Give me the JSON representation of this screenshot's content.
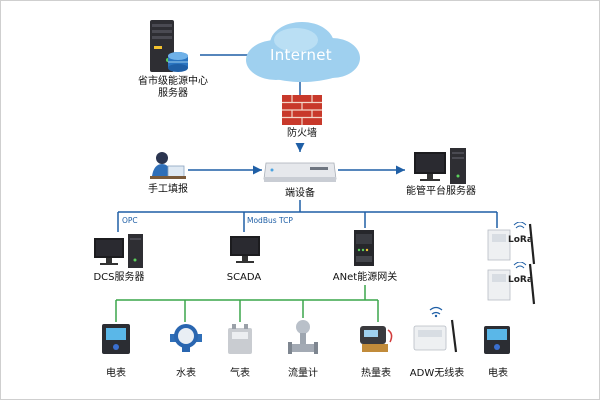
{
  "internet": {
    "label": "Internet"
  },
  "provincial_server": {
    "label_line1": "省市级能源中心",
    "label_line2": "服务器"
  },
  "firewall": {
    "label": "防火墙"
  },
  "manual_entry": {
    "label": "手工填报"
  },
  "edge_device": {
    "label": "端设备"
  },
  "platform_server": {
    "label": "能管平台服务器"
  },
  "protocols": {
    "opc": "OPC",
    "modbus": "ModBus TCP"
  },
  "dcs": {
    "label": "DCS服务器"
  },
  "scada": {
    "label": "SCADA"
  },
  "gateway": {
    "label": "ANet能源网关"
  },
  "lora": {
    "tag1": "LoRa",
    "tag2": "LoRa"
  },
  "meters": [
    {
      "label": "电表"
    },
    {
      "label": "水表"
    },
    {
      "label": "气表"
    },
    {
      "label": "流量计"
    },
    {
      "label": "热量表"
    },
    {
      "label": "ADW无线表"
    },
    {
      "label": "电表"
    }
  ],
  "colors": {
    "link_blue": "#1f5fa6",
    "link_green": "#3aa64a",
    "cloud": "#9fd0ef",
    "firewall": "#c8392b"
  }
}
